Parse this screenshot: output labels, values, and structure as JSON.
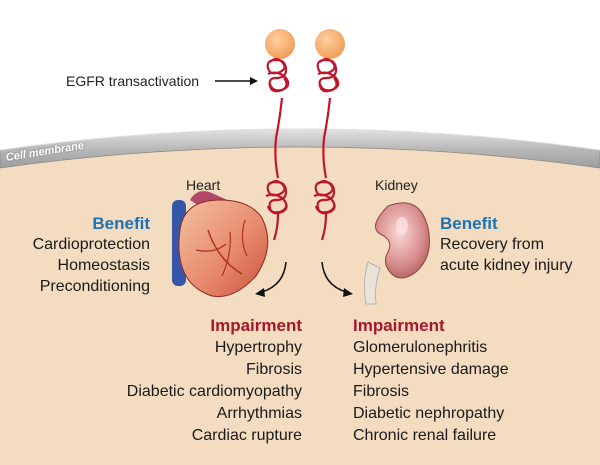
{
  "labels": {
    "egfr": "EGFR transactivation",
    "membrane": "Cell membrane"
  },
  "heart": {
    "title": "Heart",
    "benefit": {
      "title": "Benefit",
      "items": [
        "Cardioprotection",
        "Homeostasis",
        "Preconditioning"
      ]
    },
    "impairment": {
      "title": "Impairment",
      "items": [
        "Hypertrophy",
        "Fibrosis",
        "Diabetic cardiomyopathy",
        "Arrhythmias",
        "Cardiac rupture"
      ]
    }
  },
  "kidney": {
    "title": "Kidney",
    "benefit": {
      "title": "Benefit",
      "items": [
        "Recovery from",
        "acute kidney injury"
      ]
    },
    "impairment": {
      "title": "Impairment",
      "items": [
        "Glomerulonephritis",
        "Hypertensive damage",
        "Fibrosis",
        "Diabetic nephropathy",
        "Chronic renal failure"
      ]
    }
  },
  "colors": {
    "cytoplasm": "#f3dcc0",
    "receptor": "#c0162c",
    "ligand": "#f5a86a",
    "benefit": "#1a73b8",
    "impairment": "#a8162a"
  }
}
